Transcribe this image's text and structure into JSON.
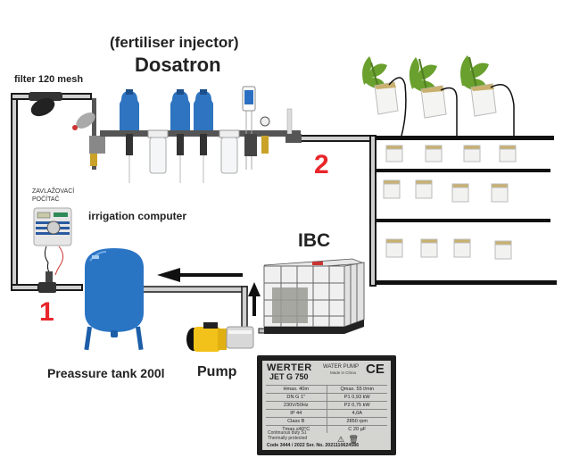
{
  "diagram": {
    "title_line1": "(fertiliser injector)",
    "title_line2": "Dosatron",
    "labels": {
      "filter": "filter 120 mesh",
      "controller_cz_line1": "ZAVLAŽOVACÍ",
      "controller_cz_line2": "POČÍTAČ",
      "irrigation_computer": "irrigation computer",
      "ibc": "IBC",
      "pressure_tank": "Preassure tank 200l",
      "pump": "Pump",
      "marker_1": "1",
      "marker_2": "2"
    },
    "colors": {
      "pipe_fill": "#cfcfcf",
      "pipe_outline": "#1a1a1a",
      "marker_red": "#e8262b",
      "tank_blue": "#2a74c4",
      "dosatron_blue": "#2f74c0",
      "pump_yellow": "#f2c21a",
      "plant_green": "#6aa02e"
    },
    "nameplate": {
      "brand": "WERTER",
      "model": "JET G 750",
      "type": "WATER PUMP",
      "made_in": "Made in China",
      "mark": "CE",
      "specs": [
        [
          "Hmax. 40m",
          "Qmax. 55 l/min"
        ],
        [
          "DN G 1\"",
          "P1 0,93 kW"
        ],
        [
          "230V/50Hz",
          "P2 0,75 kW"
        ],
        [
          "IP 44",
          "4,0A"
        ],
        [
          "Class B",
          "2850 rpm"
        ],
        [
          "Tmax.≤40°C",
          "C 20 µF"
        ]
      ],
      "continuous_line1": "Continuous duty S1",
      "continuous_line2": "Thermally protected",
      "code": "Code 3444 / 2022  Ser. No. 2021110624586"
    }
  }
}
